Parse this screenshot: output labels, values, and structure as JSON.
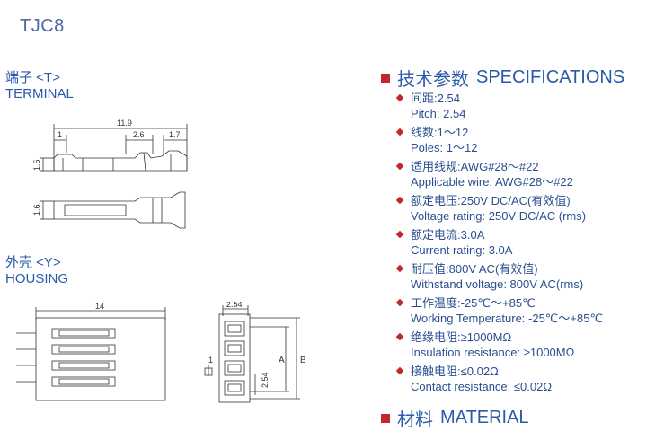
{
  "model": "TJC8",
  "terminal": {
    "label_zh": "端子 <T>",
    "label_en": "TERMINAL"
  },
  "housing": {
    "label_zh": "外壳 <Y>",
    "label_en": "HOUSING"
  },
  "terminal_dims": {
    "overall": "11.9",
    "d1": "1",
    "d2": "2.6",
    "d3": "1.7",
    "height": "1.5",
    "width": "1.6"
  },
  "housing_dims": {
    "length": "14",
    "pitch_top": "2.54",
    "pitch_side": "2.54",
    "slot": "1",
    "a": "A",
    "b": "B"
  },
  "specifications": {
    "title_zh": "技术参数",
    "title_en": "SPECIFICATIONS",
    "items": [
      {
        "zh": "间距:",
        "zh_value": "2.54",
        "en": "Pitch: 2.54"
      },
      {
        "zh": "线数:",
        "zh_value": "1～12",
        "en": "Poles: 1～12"
      },
      {
        "zh": "适用线规:",
        "zh_value": "AWG#28～#22",
        "en": "Applicable wire: AWG#28～#22"
      },
      {
        "zh": "额定电压:",
        "zh_value": "250V DC/AC(有效值)",
        "en": "Voltage rating: 250V DC/AC (rms)"
      },
      {
        "zh": "额定电流:",
        "zh_value": "3.0A",
        "en": "Current rating: 3.0A"
      },
      {
        "zh": "耐压值:",
        "zh_value": "800V AC(有效值)",
        "en": "Withstand voltage: 800V AC(rms)"
      },
      {
        "zh": "工作温度:",
        "zh_value": "-25℃～+85℃",
        "en": "Working Temperature: -25℃～+85℃"
      },
      {
        "zh": "绝缘电阻:",
        "zh_value": "≥1000MΩ",
        "en": "Insulation resistance: ≥1000MΩ"
      },
      {
        "zh": "接触电阻:",
        "zh_value": "≤0.02Ω",
        "en": "Contact resistance: ≤0.02Ω"
      }
    ]
  },
  "material": {
    "title_zh": "材料",
    "title_en": "MATERIAL"
  },
  "colors": {
    "accent": "#c0282d",
    "text": "#2a5aa8"
  }
}
